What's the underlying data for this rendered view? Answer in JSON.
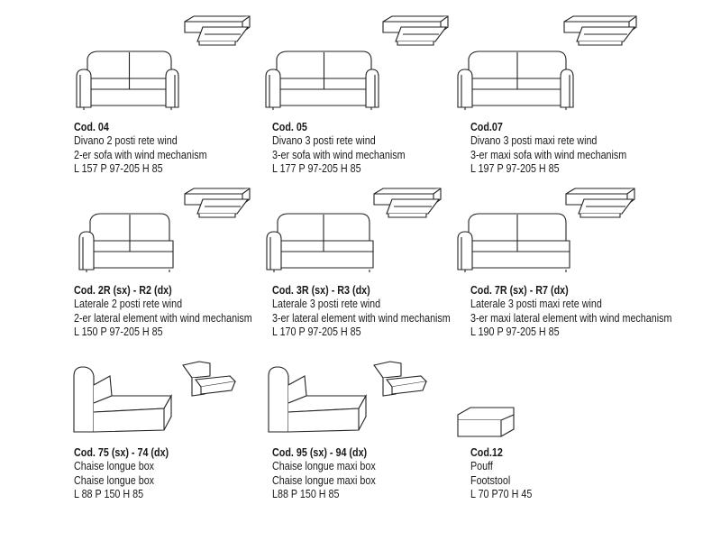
{
  "items": [
    {
      "code": "Cod. 04",
      "it": "Divano 2 posti rete wind",
      "en": "2-er sofa with wind mechanism",
      "dims": "L 157  P 97-205 H 85",
      "kind": "sofa",
      "seats": 2
    },
    {
      "code": "Cod. 05",
      "it": "Divano 3 posti rete wind",
      "en": "3-er sofa with wind mechanism",
      "dims": "L 177  P 97-205 H 85",
      "kind": "sofa",
      "seats": 2
    },
    {
      "code": "Cod.07",
      "it": "Divano 3 posti maxi rete wind",
      "en": "3-er maxi sofa with wind mechanism",
      "dims": "L 197  P 97-205 H 85",
      "kind": "sofa",
      "seats": 2
    },
    {
      "code": "Cod. 2R (sx) - R2 (dx)",
      "it": "Laterale 2 posti rete wind",
      "en": "2-er lateral element with wind mechanism",
      "dims": "L 150  P 97-205 H 85",
      "kind": "lateral",
      "seats": 2
    },
    {
      "code": "Cod. 3R (sx) - R3 (dx)",
      "it": "Laterale 3 posti rete wind",
      "en": "3-er lateral element with wind mechanism",
      "dims": "L 170  P 97-205 H 85",
      "kind": "lateral",
      "seats": 2
    },
    {
      "code": "Cod. 7R (sx) - R7 (dx)",
      "it": "Laterale 3 posti maxi rete wind",
      "en": "3-er maxi lateral element with wind mechanism",
      "dims": "L 190  P 97-205 H 85",
      "kind": "lateral",
      "seats": 2
    },
    {
      "code": "Cod. 75 (sx) - 74 (dx)",
      "it": "Chaise longue box",
      "en": "Chaise longue box",
      "dims": "L 88  P 150  H 85",
      "kind": "chaise"
    },
    {
      "code": "Cod. 95 (sx) - 94 (dx)",
      "it": "Chaise longue maxi box",
      "en": "Chaise longue maxi box",
      "dims": "L88  P 150  H 85",
      "kind": "chaise"
    },
    {
      "code": "Cod.12",
      "it": "Pouff",
      "en": "Footstool",
      "dims": "L 70  P70  H 45",
      "kind": "pouf"
    }
  ]
}
